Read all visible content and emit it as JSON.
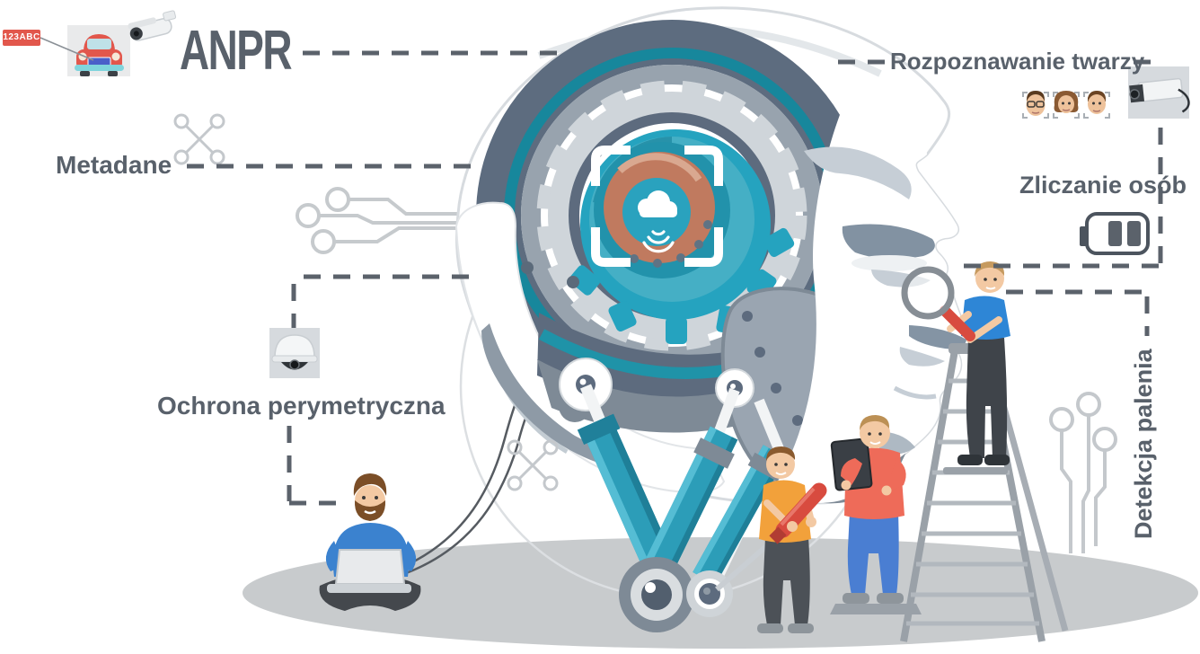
{
  "labels": {
    "anpr": "ANPR",
    "metadata": "Metadane",
    "perimeter_protection": "Ochrona perymetryczna",
    "face_recognition": "Rozpoznawanie twarzy",
    "people_counting": "Zliczanie osób",
    "smoke_detection": "Detekcja palenia",
    "license_plate": "123ABC"
  },
  "icons": {
    "car_plate_image": "red car front view with blue license plate and 123ABC tag",
    "bullet_camera_icon": "white bullet CCTV camera",
    "box_camera_icon": "white box CCTV camera on gray square",
    "dome_camera_icon": "white dome CCTV camera on gray square",
    "faces_icon": "three recognized faces with focus brackets",
    "people_counter_icon": "counter frame with two tally bars",
    "wrench_tools_icon": "crossed wrenches outline (two places)",
    "circuit_trace_icon": "PCB traces with node circles (left and bottom right)",
    "magnifier_icon": "magnifying glass with red handle",
    "cloud_icon": "cloud with signal waves in robot eye"
  },
  "illustration": {
    "subject": "robot head with camera-lens brain being serviced by four engineers",
    "people": [
      "man sitting with laptop",
      "worker with giant screwdriver",
      "engineer holding tablet",
      "inspector with magnifier on ladder"
    ]
  },
  "colors": {
    "label_text": "#59616b",
    "dash": "#5b626b",
    "teal": "#25a3bf",
    "teal_dark": "#1f8ba3",
    "slate_ring": "#5d6c7f",
    "gray_band": "#98a3ae",
    "light_gear": "#cfd5da",
    "copper": "#c07a5f",
    "ground": "#c8cbcd",
    "tool_red": "#d84b3f",
    "orange_shirt": "#f2a13b",
    "salmon_shirt": "#ee6b59",
    "blue_shirt": "#2e86d6",
    "jeans": "#4a7ed2",
    "tag_red": "#e2574c"
  }
}
